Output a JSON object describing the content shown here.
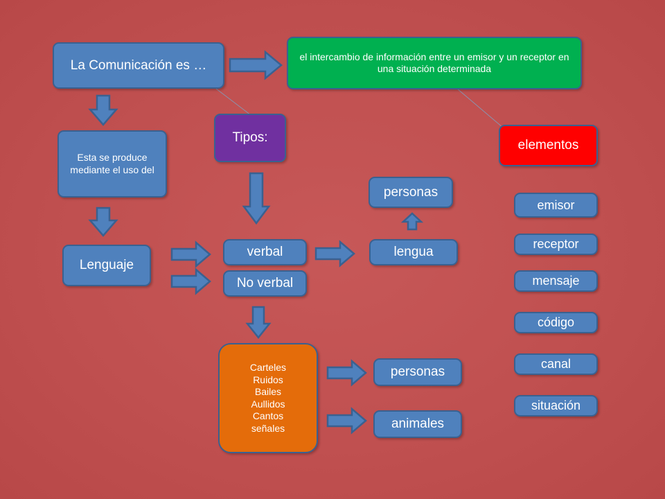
{
  "diagram": {
    "main": "La Comunicación es …",
    "definition": "el intercambio de información entre un emisor y un receptor en una situación determinada",
    "produced_by": "Esta se produce mediante el uso del",
    "language": "Lenguaje",
    "types_label": "Tipos:",
    "elements_label": "elementos",
    "verbal": "verbal",
    "nonverbal": "No verbal",
    "lengua": "lengua",
    "personas_top": "personas",
    "nonverbal_examples": "Carteles\nRuidos\nBailes\nAullidos\nCantos\nseñales",
    "personas_bottom": "personas",
    "animales": "animales",
    "elements": [
      "emisor",
      "receptor",
      "mensaje",
      "código",
      "canal",
      "situación"
    ]
  },
  "colors": {
    "background": "#c05050",
    "blue": "#4f81bd",
    "green": "#00b050",
    "purple": "#7030a0",
    "red": "#ff0000",
    "orange": "#e46c0a"
  }
}
